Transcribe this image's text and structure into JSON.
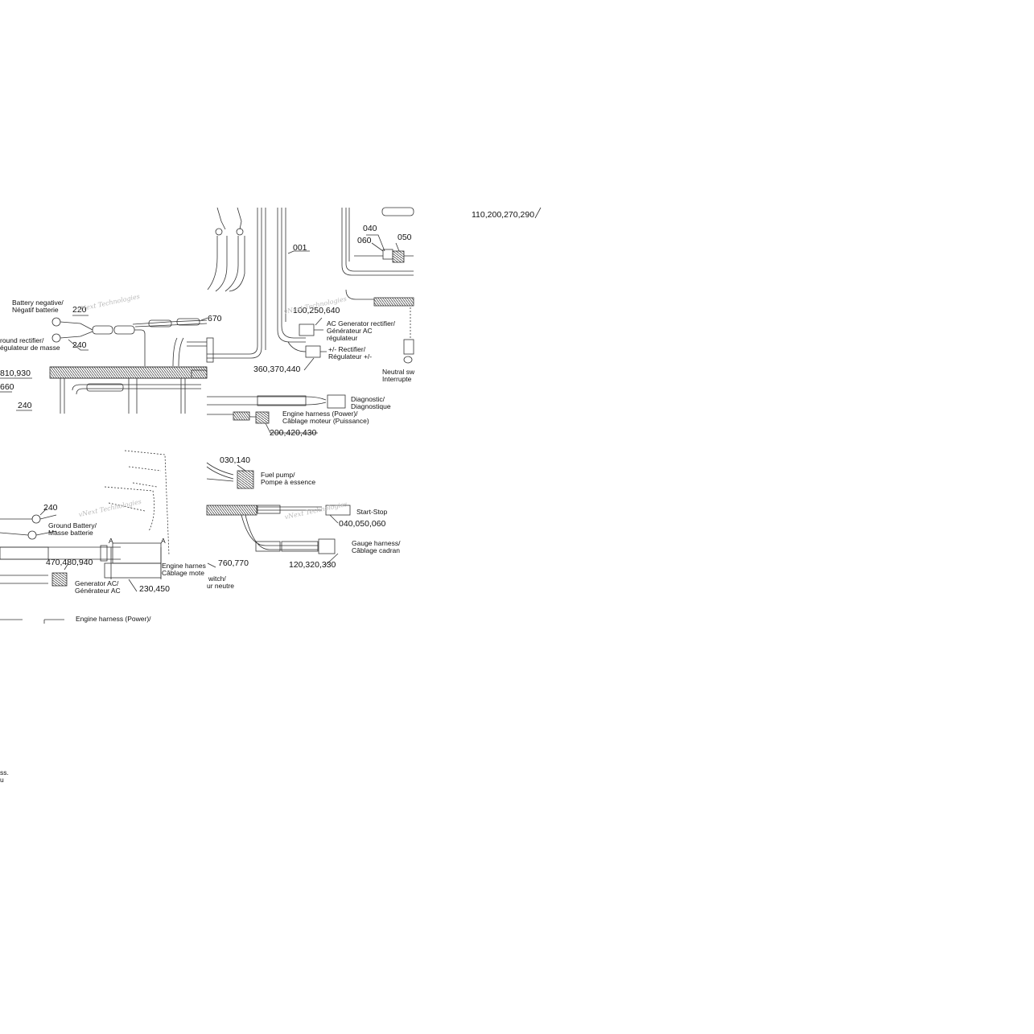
{
  "callouts": {
    "top_right_ref": "110,200,270,290",
    "c040a": "040",
    "c060": "060",
    "c050": "050",
    "c001": "001",
    "c220": "220",
    "c240a": "240",
    "c670": "670",
    "c100": "100,250,640",
    "c360": "360,370,440",
    "c810": "810,930",
    "c660": "660",
    "c240b": "240",
    "c200": "200,420,430",
    "c030": "030,140",
    "c240c": "240",
    "c040b": "040,050,060",
    "c470": "470,480,940",
    "c760": "760,770",
    "c120": "120,320,330",
    "c230": "230,450",
    "ref_a1": "A",
    "ref_a2": "A"
  },
  "labels": {
    "battery_negative": "Battery negative/",
    "negatif_batterie": "Négatif batterie",
    "ground_rectifier": "round rectifier/",
    "regulateur_masse": "égulateur de masse",
    "ac_gen_rectifier": "AC Generator rectifier/",
    "generateur_ac": "Générateur AC",
    "regulateur": "régulateur",
    "rectifier_pm": "+/- Rectifier/",
    "regulateur_pm": "Régulateur +/-",
    "neutral_sw": "Neutral sw",
    "interrupte": "Interrupte",
    "diagnostic": "Diagnostic/",
    "diagnostique": "Diagnostique",
    "engine_power": "Engine harness (Power)/",
    "cablage_puissance": "Câblage moteur (Puissance)",
    "fuel_pump": "Fuel pump/",
    "pompe_essence": "Pompe à essence",
    "start_stop": "Start-Stop",
    "gauge_harness": "Gauge harness/",
    "cablage_cadran": "Câblage cadran",
    "ground_battery": "Ground Battery/",
    "masse_batterie": "Masse batterie",
    "engine_harnes": "Engine harnes",
    "cablage_mote": "Câblage mote",
    "switch_frag": "witch/",
    "neutre_frag": "ur neutre",
    "generator_ac": "Generator AC/",
    "generateur_ac2": "Générateur AC",
    "engine_power2": "Engine harness (Power)/",
    "frag_ss": "ss.",
    "frag_u": "u"
  },
  "watermark": "vNext Technologies",
  "colors": {
    "line": "#333333",
    "watermark": "#bbbbbb",
    "background": "#ffffff"
  }
}
